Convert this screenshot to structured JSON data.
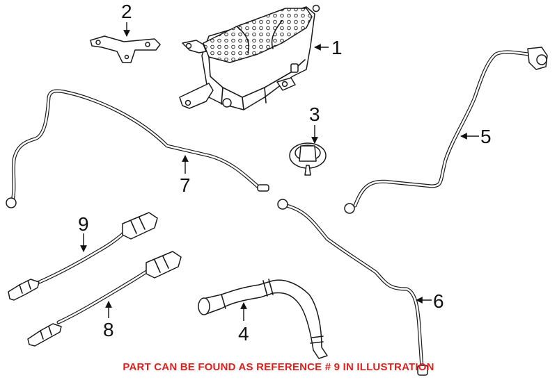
{
  "callouts": {
    "c1": "1",
    "c2": "2",
    "c3": "3",
    "c4": "4",
    "c5": "5",
    "c6": "6",
    "c7": "7",
    "c8": "8",
    "c9": "9"
  },
  "footer": {
    "note": "PART CAN BE FOUND AS REFERENCE # 9 IN ILLUSTRATION"
  },
  "colors": {
    "line": "#1a1a1a",
    "note": "#e0201c",
    "background": "#ffffff"
  }
}
